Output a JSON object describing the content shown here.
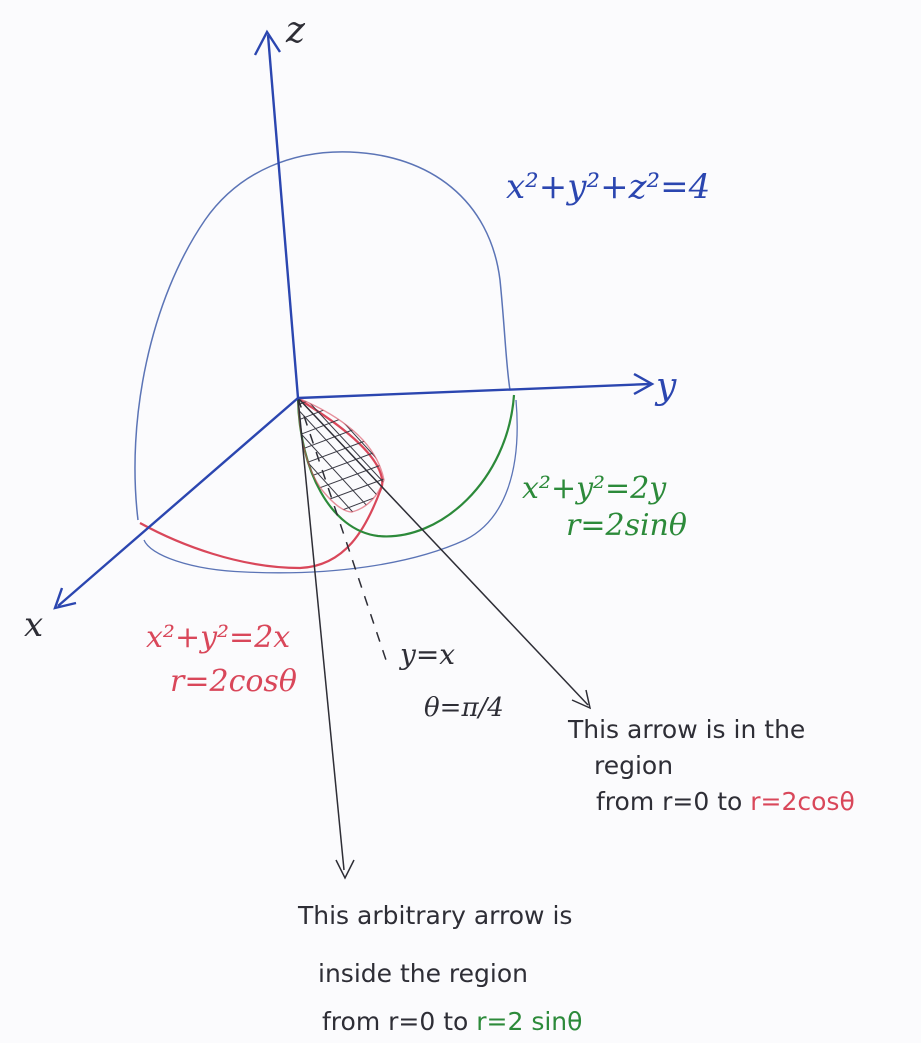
{
  "colors": {
    "axis": "#2b46b0",
    "sphere": "#5b74b6",
    "red": "#d9475a",
    "green": "#2c8a3a",
    "pencil": "#2e2e36",
    "hatch": "#3a3a44"
  },
  "axes": {
    "z_label": "z",
    "y_label": "y",
    "x_label": "x"
  },
  "labels": {
    "sphere_eq": "x²+y²+z²=4",
    "green_eq": "x²+y²=2y",
    "green_polar": "r=2sinθ",
    "red_eq": "x²+y²=2x",
    "red_polar": "r=2cosθ",
    "line_eq": "y=x",
    "line_angle": "θ=π/4"
  },
  "notes": {
    "right_line1": "This arrow is in the",
    "right_line2": "region",
    "right_line3_a": "from r=0 to ",
    "right_line3_b": "r=2cosθ",
    "bottom_line1": "This arbitrary arrow is",
    "bottom_line2": "inside the region",
    "bottom_line3_a": "from  r=0  to ",
    "bottom_line3_b": "r=2 sinθ"
  }
}
